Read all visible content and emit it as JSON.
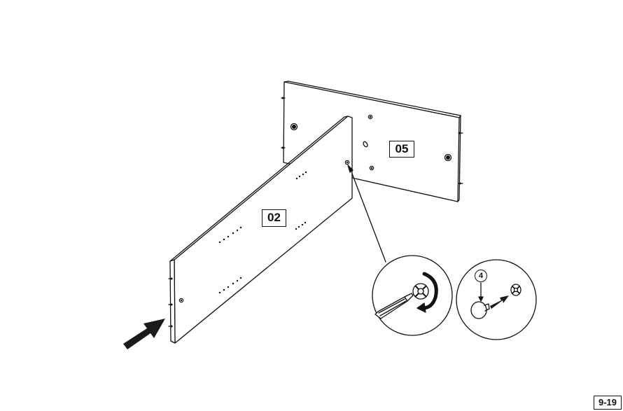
{
  "parts": {
    "back_panel_label": "05",
    "front_panel_label": "02"
  },
  "hardware": {
    "callout_number": "4"
  },
  "step": {
    "page_number": "9-19"
  },
  "icons": [
    "push-arrow-icon",
    "screwdriver-icon",
    "rotate-clockwise-arrow-icon",
    "cam-lock-icon",
    "cam-cap-icon",
    "insert-arrow-icon"
  ],
  "colors": {
    "line": "#111111",
    "background": "#ffffff",
    "arrow_fill": "#1a1a1a"
  }
}
